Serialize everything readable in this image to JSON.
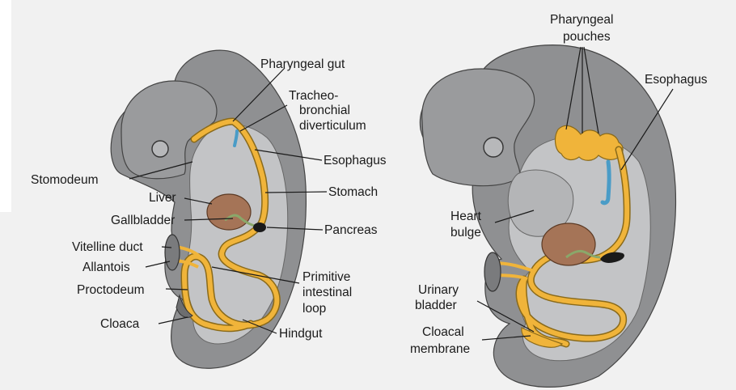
{
  "colors": {
    "background_panel": "#f1f1f1",
    "embryo_outer": "#8f9092",
    "embryo_inner": "#c3c4c6",
    "gut_tube": "#f0b43a",
    "gut_outline": "#8a6a1a",
    "liver": "#a57457",
    "diverticulum": "#4a9cc7",
    "pancreas": "#1a1a1a",
    "label_text": "#1a1a1a"
  },
  "left_embryo": {
    "labels": {
      "pharyngeal_gut": "Pharyngeal gut",
      "tracheobronchial_1": "Tracheo-",
      "tracheobronchial_2": "bronchial",
      "tracheobronchial_3": "diverticulum",
      "esophagus": "Esophagus",
      "stomodeum": "Stomodeum",
      "liver": "Liver",
      "stomach": "Stomach",
      "gallbladder": "Gallbladder",
      "pancreas": "Pancreas",
      "vitelline_duct": "Vitelline duct",
      "allantois": "Allantois",
      "proctodeum": "Proctodeum",
      "primitive_1": "Primitive",
      "primitive_2": "intestinal",
      "primitive_3": "loop",
      "cloaca": "Cloaca",
      "hindgut": "Hindgut"
    }
  },
  "right_embryo": {
    "labels": {
      "pharyngeal_pouches_1": "Pharyngeal",
      "pharyngeal_pouches_2": "pouches",
      "esophagus": "Esophagus",
      "heart_bulge_1": "Heart",
      "heart_bulge_2": "bulge",
      "urinary_bladder_1": "Urinary",
      "urinary_bladder_2": "bladder",
      "cloacal_membrane_1": "Cloacal",
      "cloacal_membrane_2": "membrane"
    }
  }
}
